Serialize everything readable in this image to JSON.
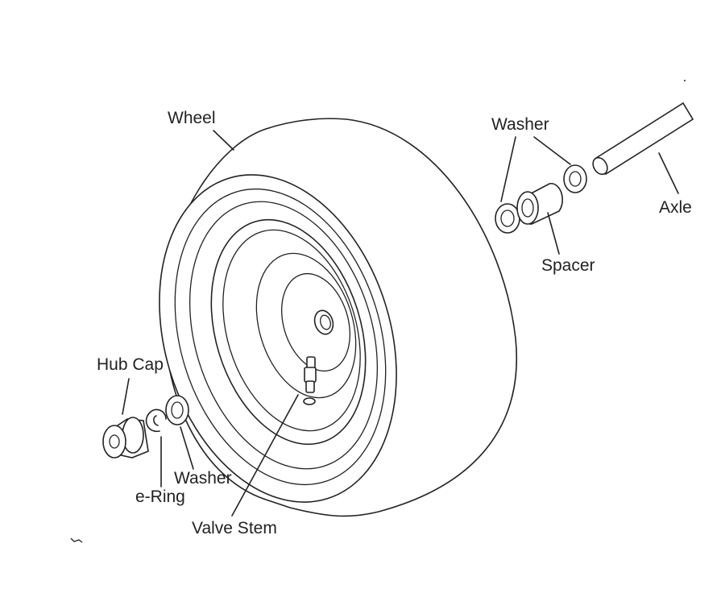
{
  "labels": {
    "wheel": "Wheel",
    "washer_right": "Washer",
    "axle": "Axle",
    "spacer": "Spacer",
    "hub_cap": "Hub Cap",
    "washer_left": "Washer",
    "e_ring": "e-Ring",
    "valve_stem": "Valve Stem"
  }
}
